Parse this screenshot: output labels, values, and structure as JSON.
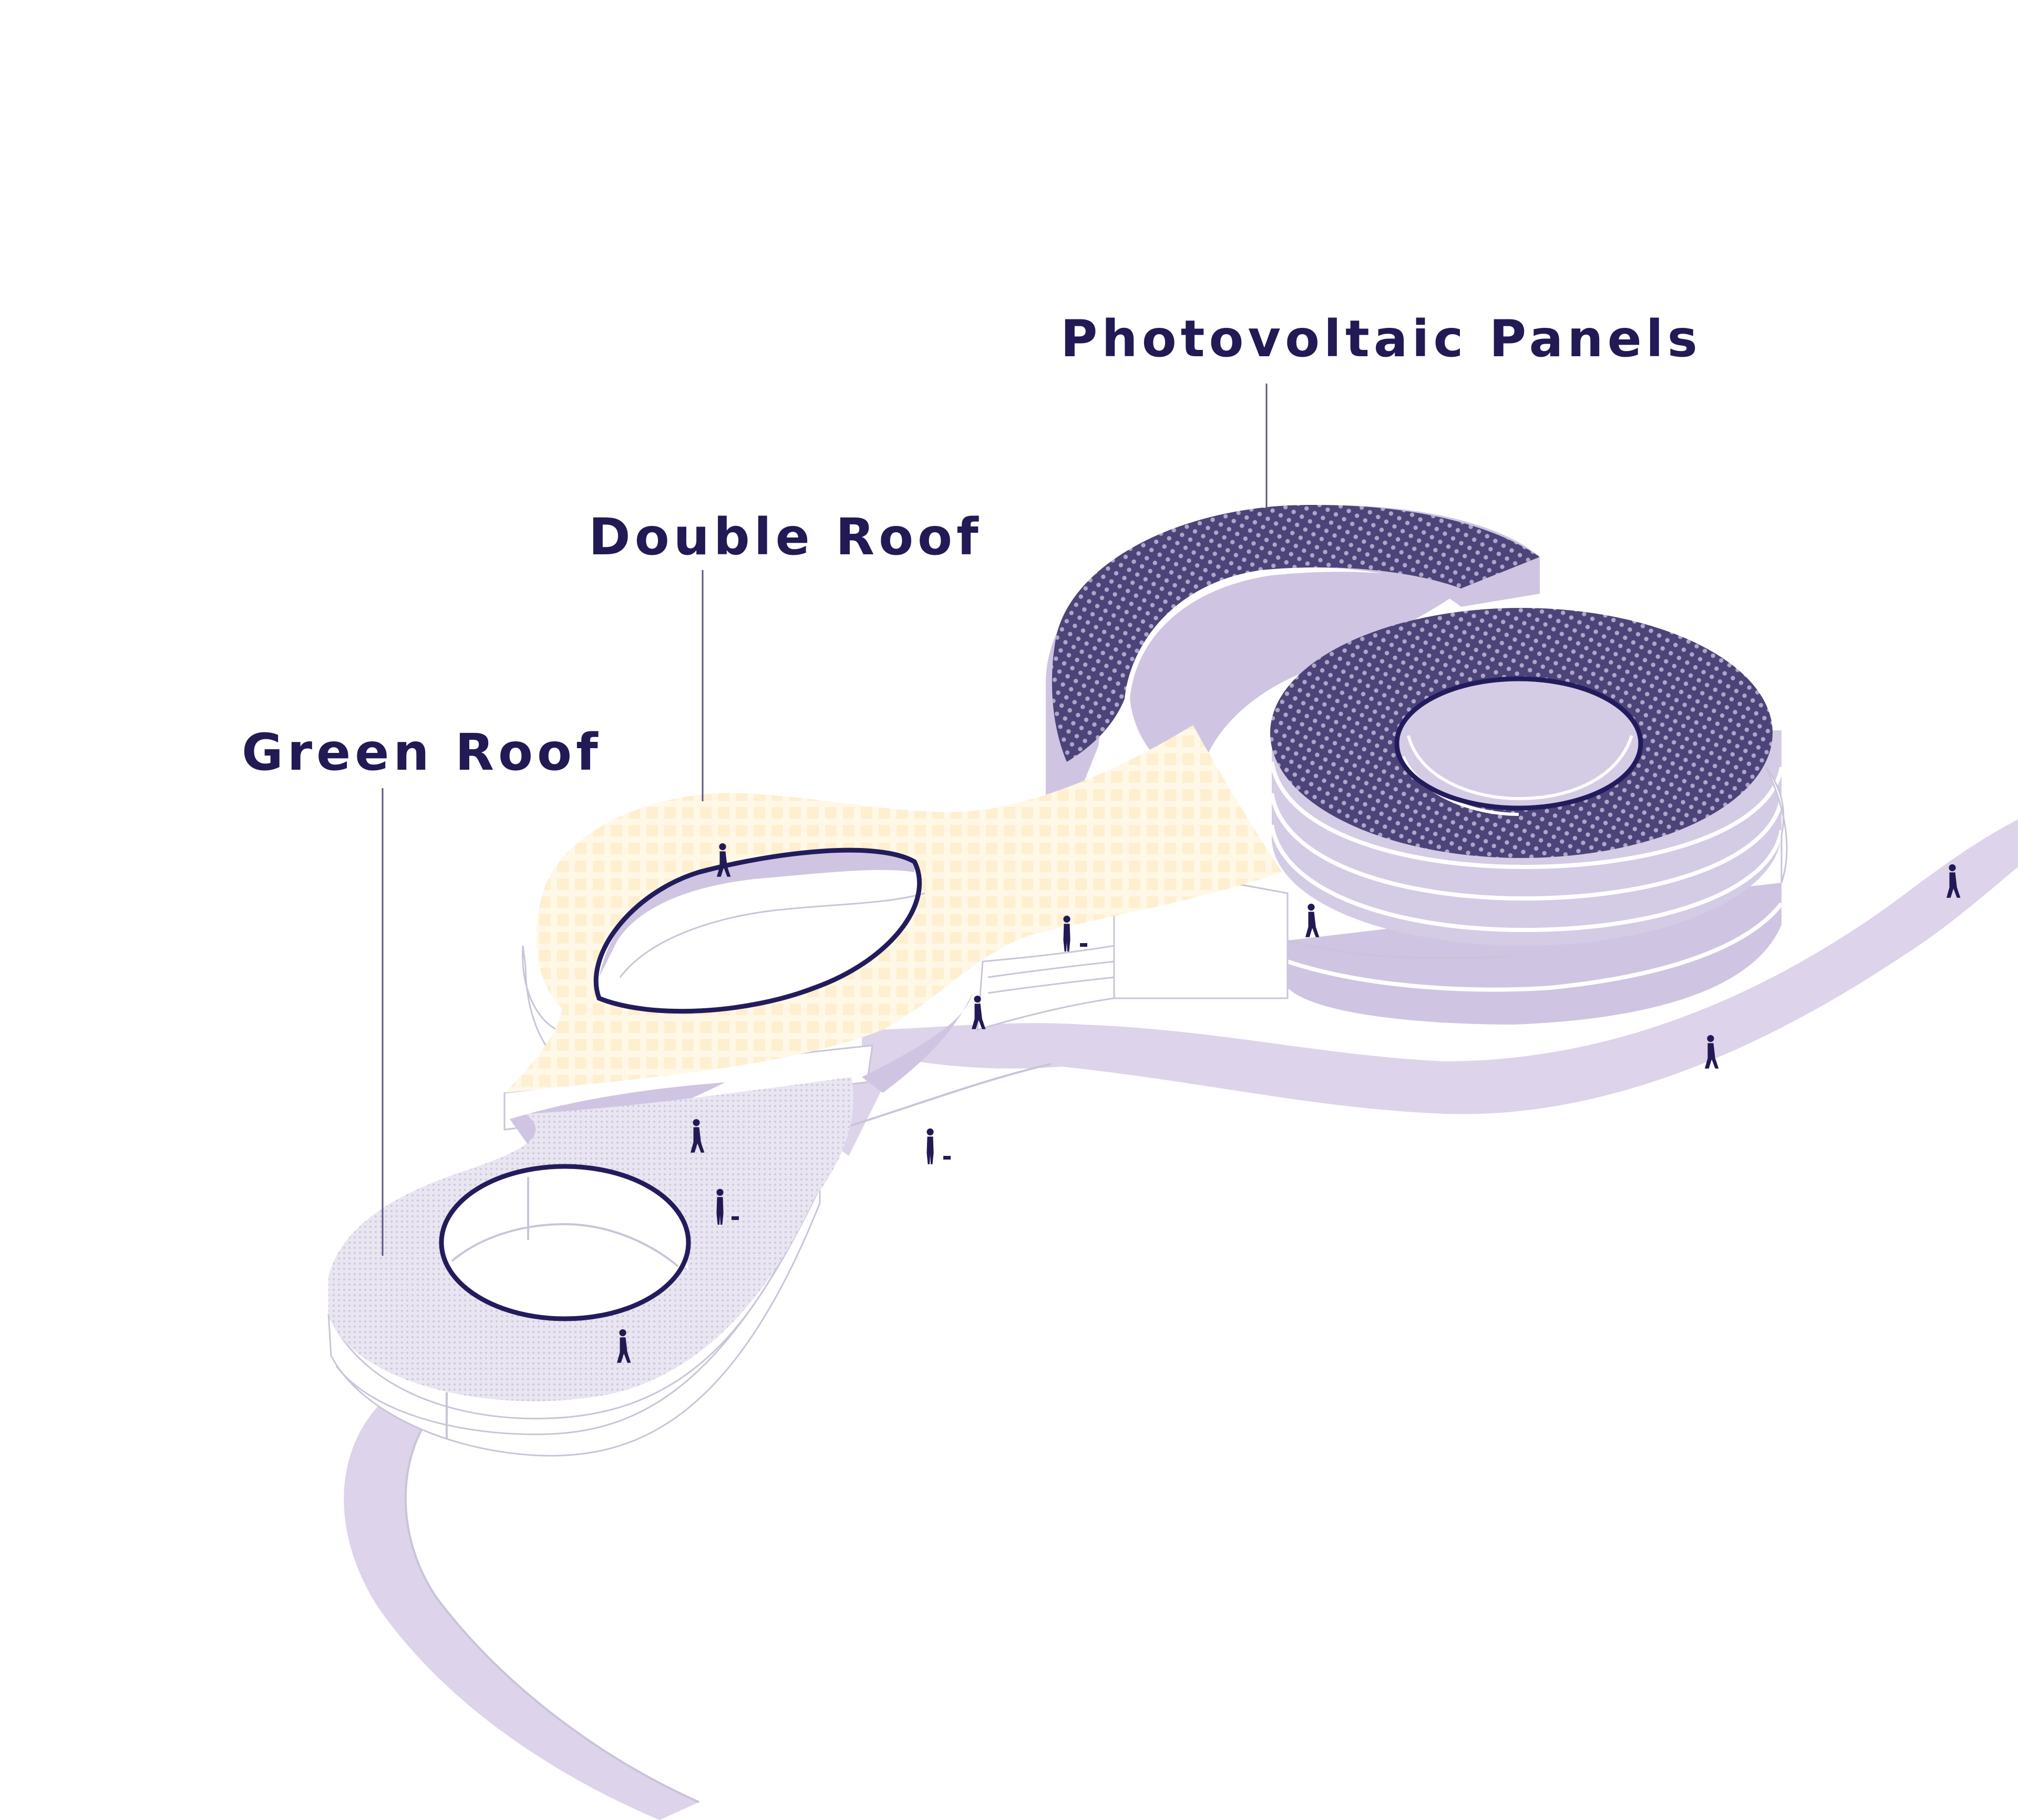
{
  "labels": {
    "photovoltaic": "Photovoltaic Panels",
    "double_roof": "Double Roof",
    "green_roof": "Green Roof"
  },
  "colors": {
    "ink": "#221a55",
    "lavender_path": "#dcd2ea",
    "lavender_fill": "#cfc5e2",
    "photovoltaic_dot": "#3a3266",
    "double_roof_cream": "#fff4dc",
    "green_roof_grey": "#e7e3ef",
    "wall_white": "#ffffff",
    "wall_edge": "#c9c4d8"
  },
  "icons": [
    "pedestrian-icon",
    "dog-walker-icon"
  ]
}
